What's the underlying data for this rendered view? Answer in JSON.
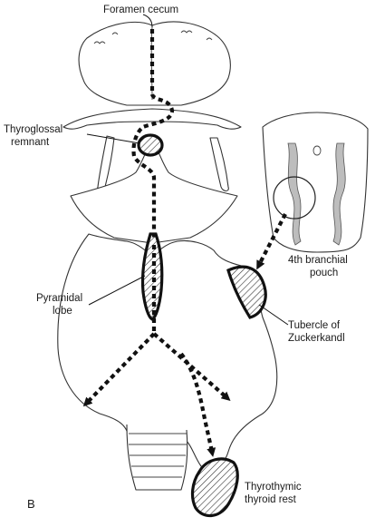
{
  "labels": {
    "foramen_cecum": "Foramen cecum",
    "thyroglossal_line1": "Thyroglossal",
    "thyroglossal_line2": "remnant",
    "pyramidal_line1": "Pyramidal",
    "pyramidal_line2": "lobe",
    "branchial_line1": "4th branchial",
    "branchial_line2": "pouch",
    "zuckerkandl_line1": "Tubercle of",
    "zuckerkandl_line2": "Zuckerkandl",
    "thyrothymic_line1": "Thyrothymic",
    "thyrothymic_line2": "thyroid rest",
    "panel_letter": "B"
  },
  "icons": {
    "arrowhead": "triangle-arrowhead",
    "hatch": "diagonal-hatch"
  },
  "colors": {
    "line": "#111111",
    "outline": "#333333",
    "shade": "#bdbdbd"
  }
}
